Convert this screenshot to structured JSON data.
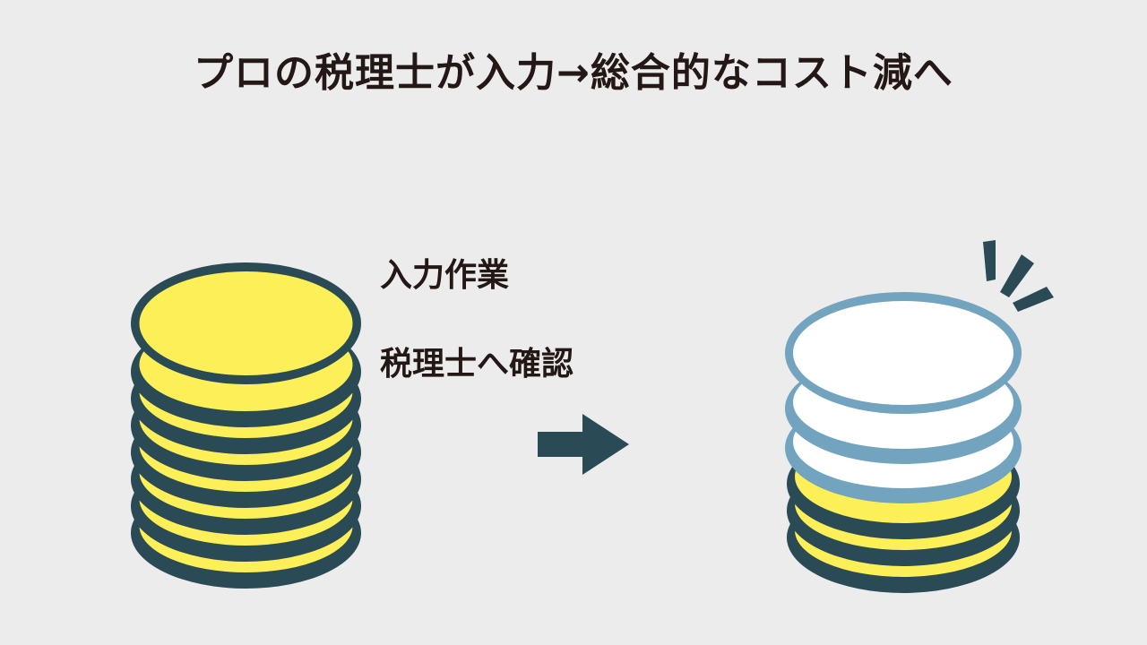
{
  "title": "プロの税理士が入力→総合的なコスト減へ",
  "labels": {
    "tasks": [
      "入力作業",
      "税理士へ確認"
    ]
  },
  "colors": {
    "background": "#ececec",
    "text": "#231815",
    "outline_dark": "#2a4a55",
    "coin_yellow": "#fcef57",
    "outline_blue": "#72a3bf",
    "coin_white": "#ffffff"
  },
  "icons": {
    "arrow": "right-arrow-icon",
    "emphasis": "emphasis-lines-icon"
  },
  "diagram": {
    "before": {
      "coins_total": 8
    },
    "after": {
      "coins_total": 6,
      "coins_removed_white": 3,
      "coins_remaining_yellow": 3
    }
  }
}
